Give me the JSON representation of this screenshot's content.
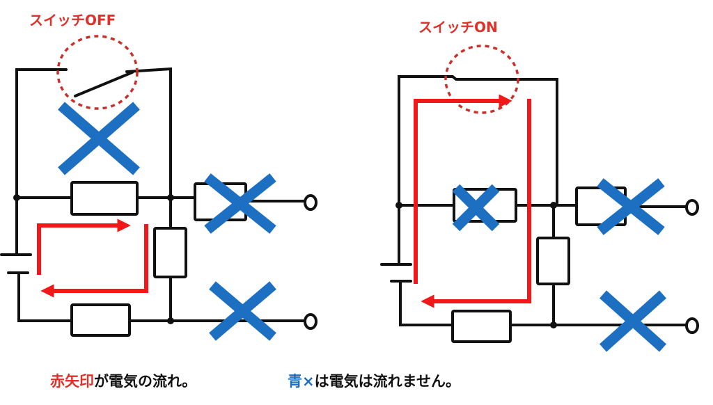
{
  "diagrams": {
    "left": {
      "switch_label": "スイッチOFF",
      "switch_state": "off"
    },
    "right": {
      "switch_label": "スイッチON",
      "switch_state": "on"
    }
  },
  "legend": {
    "red_arrow_term": "赤矢印",
    "red_arrow_text": "が電気の流れ。",
    "blue_x_term": "青×",
    "blue_x_text": "は電気は流れません。"
  },
  "colors": {
    "wire": "#111111",
    "current_arrow": "#f01818",
    "no_current_mark": "#1d6fc2",
    "switch_highlight": "#c8302a"
  }
}
